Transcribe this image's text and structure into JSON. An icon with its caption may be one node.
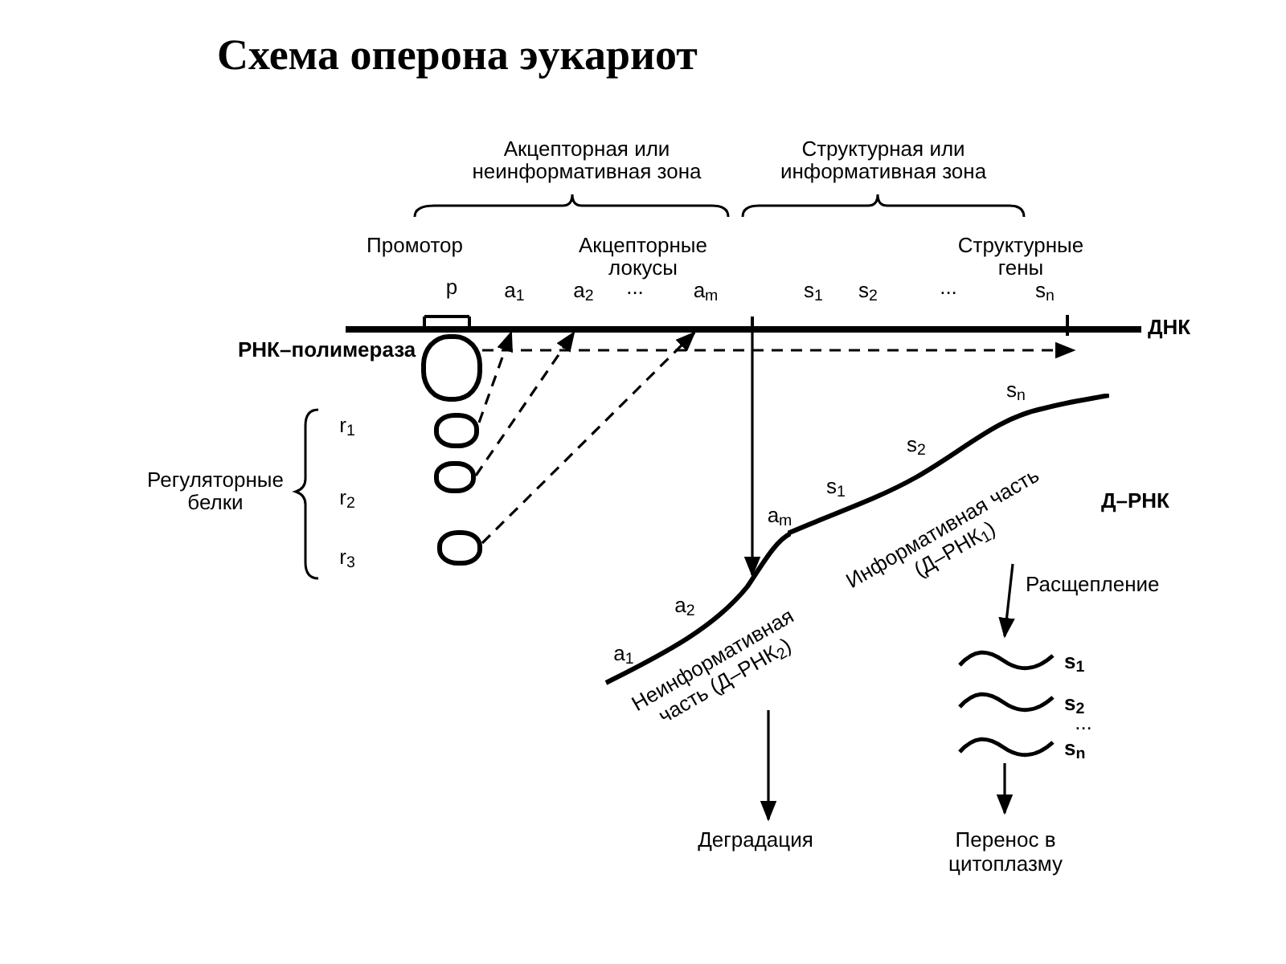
{
  "diagram": {
    "title": "Схема оперона эукариот",
    "nodes": [
      {
        "text": [],
        "shape": "bar",
        "beside": [
          "ДНК"
        ]
      },
      {
        "text": [],
        "shape": "circle",
        "beside": [
          "РНК–полимераза"
        ]
      },
      {
        "text": [],
        "shape": "circle"
      },
      {
        "text": [],
        "shape": "circle"
      },
      {
        "text": [],
        "shape": "circle"
      },
      {
        "text": [],
        "shape": "line"
      },
      {
        "text": [],
        "shape": "line",
        "beside": [
          "Д–РНК"
        ]
      },
      {
        "text": [
          "Неинформативная часть (Д–РНК$_{2}$)"
        ]
      },
      {
        "text": [
          "Информативная часть (Д–РНК$_{1}$)"
        ]
      },
      {
        "text": [],
        "shape": "wave",
        "beside": [
          "s$_{1}$"
        ]
      },
      {
        "text": [],
        "shape": "wave",
        "beside": [
          "s$_{2}$"
        ]
      },
      {
        "text": [],
        "shape": "wave",
        "beside": [
          "s$_{n}$"
        ]
      },
      {
        "text": [
          "Деградация"
        ]
      },
      {
        "text": [
          "Перенос в цитоплазму"
        ]
      }
    ],
    "edges": [
      {
        "from": 2,
        "to": 0,
        "arrow": "to",
        "style": "dashed"
      },
      {
        "from": 3,
        "to": 0,
        "arrow": "to",
        "style": "dashed"
      },
      {
        "from": 4,
        "to": 0,
        "arrow": "to",
        "style": "dashed"
      },
      {
        "from": 1,
        "to": 0,
        "arrow": "to",
        "style": "dashed"
      },
      {
        "from": 0,
        "to": 5,
        "arrow": "to"
      },
      {
        "from": 7,
        "to": 12,
        "arrow": "to"
      },
      {
        "from": 8,
        "to": 9,
        "arrow": "to",
        "label": "Расщепление"
      },
      {
        "from": 11,
        "to": 13,
        "arrow": "to"
      }
    ],
    "labels": [
      "Акцепторная или неинформативная зона",
      "Структурная или информативная зона",
      "Промотор",
      "Акцепторные локусы",
      "Структурные гены",
      "p",
      "a$_{1}$",
      "a$_{2}$",
      "...",
      "a$_{m}$",
      "s$_{1}$",
      "s$_{2}$",
      "...",
      "s$_{n}$",
      "r$_{1}$",
      "r$_{2}$",
      "r$_{3}$",
      "Регуляторные белки",
      "a$_{1}$",
      "a$_{2}$",
      "a$_{m}$",
      "s$_{1}$",
      "s$_{2}$",
      "s$_{n}$",
      "..."
    ]
  }
}
